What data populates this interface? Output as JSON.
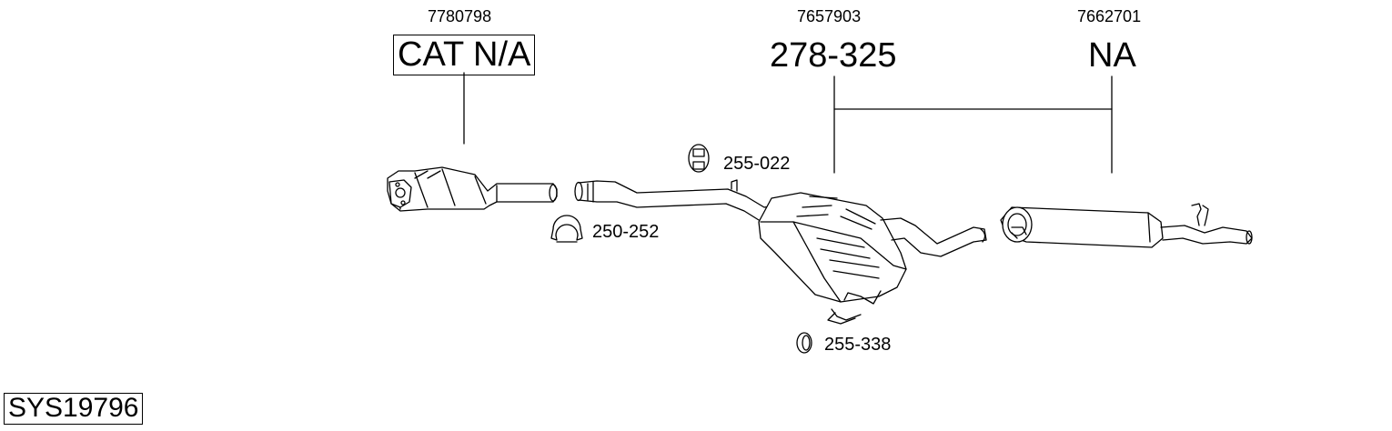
{
  "system_code": "SYS19796",
  "parts": [
    {
      "oem": "7780798",
      "code": "CAT N/A",
      "name": "catalyst"
    },
    {
      "oem": "7657903",
      "code": "278-325",
      "name": "center-silencer"
    },
    {
      "oem": "7662701",
      "code": "NA",
      "name": "rear-silencer"
    }
  ],
  "accessories": [
    {
      "code": "255-022",
      "icon": "rubber-hanger-icon"
    },
    {
      "code": "250-252",
      "icon": "pipe-clamp-icon"
    },
    {
      "code": "255-338",
      "icon": "sealing-ring-icon"
    }
  ]
}
